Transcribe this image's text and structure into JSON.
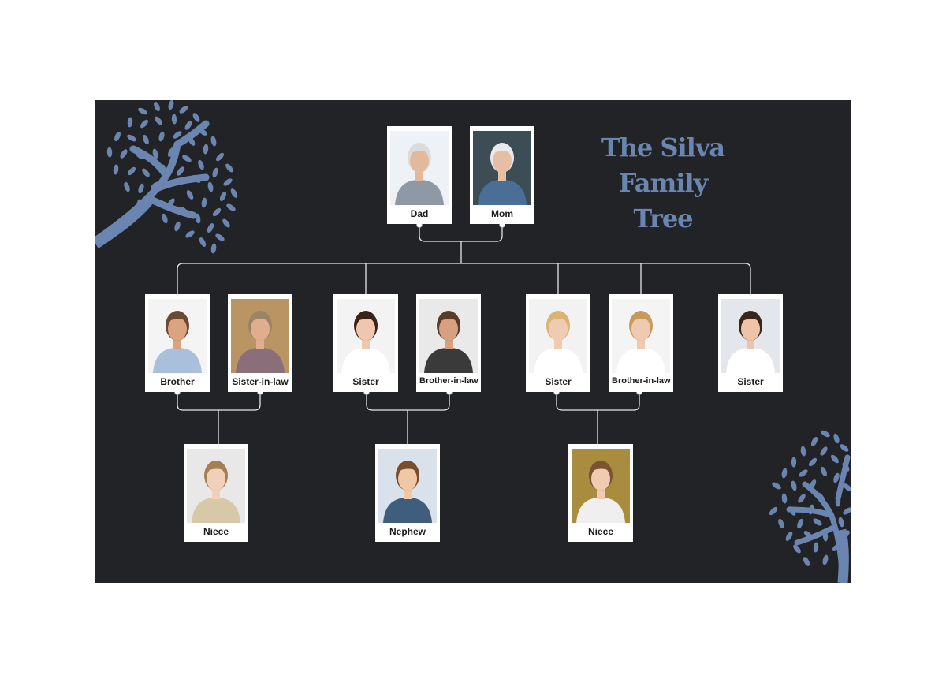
{
  "title": {
    "line1": "The Silva",
    "line2": "Family",
    "line3": "Tree"
  },
  "colors": {
    "board": "#222327",
    "accent": "#6a85b0",
    "card": "#ffffff",
    "line": "#e8e8e8"
  },
  "members": {
    "dad": {
      "label": "Dad",
      "bg": "#eef1f5",
      "skin": "#e2b99a",
      "hair": "#dcdcdc",
      "shirt": "#8f99a6",
      "icon": "person-photo"
    },
    "mom": {
      "label": "Mom",
      "bg": "#3d4d55",
      "skin": "#e6bea4",
      "hair": "#e9e9e9",
      "shirt": "#4a6e96",
      "icon": "person-photo"
    },
    "brother1": {
      "label": "Brother",
      "bg": "#f4f4f4",
      "skin": "#d9a47f",
      "hair": "#6b4a33",
      "shirt": "#a9bfdc",
      "icon": "person-photo"
    },
    "sil": {
      "label": "Sister-in-law",
      "bg": "#b99563",
      "skin": "#e0ae8e",
      "hair": "#9a8466",
      "shirt": "#8a6f7a",
      "icon": "person-photo"
    },
    "sister1": {
      "label": "Sister",
      "bg": "#f3f3f3",
      "skin": "#f0c6ae",
      "hair": "#3b2417",
      "shirt": "#ffffff",
      "icon": "person-photo"
    },
    "bil1": {
      "label": "Brother-in-law",
      "bg": "#e9e9e9",
      "skin": "#d7a181",
      "hair": "#5a3b26",
      "shirt": "#3a3a3a",
      "icon": "person-photo"
    },
    "sister2": {
      "label": "Sister",
      "bg": "#f2f2f2",
      "skin": "#f1cbb1",
      "hair": "#d9b571",
      "shirt": "#ffffff",
      "icon": "person-photo"
    },
    "bil2": {
      "label": "Brother-in-law",
      "bg": "#f4f4f4",
      "skin": "#efc9b0",
      "hair": "#c89a5a",
      "shirt": "#ffffff",
      "icon": "person-photo"
    },
    "sister3": {
      "label": "Sister",
      "bg": "#e3e6ea",
      "skin": "#efc3a8",
      "hair": "#3b261b",
      "shirt": "#ffffff",
      "icon": "person-photo"
    },
    "niece1": {
      "label": "Niece",
      "bg": "#e8e8e8",
      "skin": "#f2cfb8",
      "hair": "#a57e53",
      "shirt": "#d7c9a8",
      "icon": "person-photo"
    },
    "nephew": {
      "label": "Nephew",
      "bg": "#d9e2ea",
      "skin": "#f0c8a5",
      "hair": "#7a4e2a",
      "shirt": "#3f5d7d",
      "icon": "person-photo"
    },
    "niece2": {
      "label": "Niece",
      "bg": "#a98c3d",
      "skin": "#f1cbb0",
      "hair": "#7b5233",
      "shirt": "#efefef",
      "icon": "person-photo"
    }
  }
}
